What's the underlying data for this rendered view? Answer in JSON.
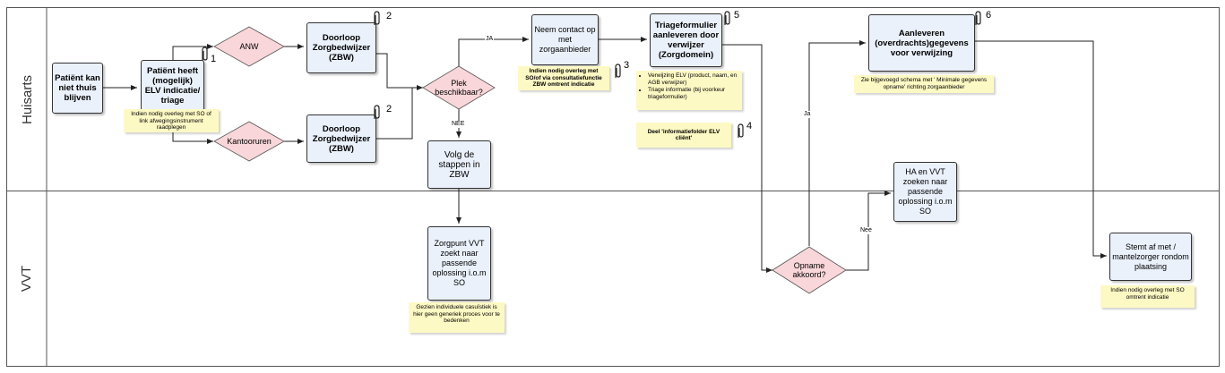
{
  "lanes": {
    "top": "Huisarts",
    "bottom": "VVT"
  },
  "tasks": {
    "patient_thuis": "Patiënt kan niet thuis blijven",
    "patient_elv": "Patiënt heeft (mogelijk) ELV indicatie/ triage",
    "doorloop_1": "Doorloop Zorgbedwijzer (ZBW)",
    "doorloop_2": "Doorloop Zorgbedwijzer (ZBW)",
    "neem_contact": "Neem contact op met zorgaanbieder",
    "volg_stappen": "Volg de stappen in ZBW",
    "triageformulier": "Triageformulier aanleveren door verwijzer (Zorgdomein)",
    "aanleveren": "Aanleveren (overdrachts)gegevens voor verwijzing",
    "ha_vvt": "HA en VVT zoeken naar passende oplossing i.o.m SO",
    "zorgpunt": "Zorgpunt VVT zoekt naar passende oplossing i.o.m SO",
    "stemt_af": "Stemt af met / mantelzorger rondom plaatsing"
  },
  "gateways": {
    "anw": "ANW",
    "kantooruren": "Kantooruren",
    "plek": "Plek beschikbaar?",
    "opname": "Opname akkoord?"
  },
  "notes": {
    "overleg_so": "Indien nodig overleg met SO of link afwegingsinstrument raadplegen",
    "overleg_consult": "Indien nodig overleg met SO/of via consultatiefunctie ZBW omtrent indicatie",
    "triage_items": [
      "Verwijzing ELV (product, naam, en AGB verwijzer)",
      "Triage informatie (bij voorkeur triageformulier)"
    ],
    "deel_folder": "Deel 'informatiefolder ELV cliënt'",
    "schema": "Zie bijgevoegd schema met ' Minimale gegevens opname' richting zorgaanbieder",
    "casuistiek": "Gezien individuele casuïstiek is hier geen generiek proces voor te bedenken",
    "overleg_indicatie": "Indien nodig overleg met SO omtrent indicatie"
  },
  "flow_labels": {
    "ja1": "JA",
    "nee1": "NEE",
    "ja2": "Ja",
    "nee2": "Nee"
  },
  "attachments": {
    "a1": "1",
    "a2a": "2",
    "a2b": "2",
    "a3": "3",
    "a4": "4",
    "a5": "5",
    "a6": "6"
  },
  "colors": {
    "task_fill": "#eaf1fb",
    "gateway_fill": "#f9d6d9",
    "note_fill": "#fdf9c4",
    "line": "#222222"
  }
}
